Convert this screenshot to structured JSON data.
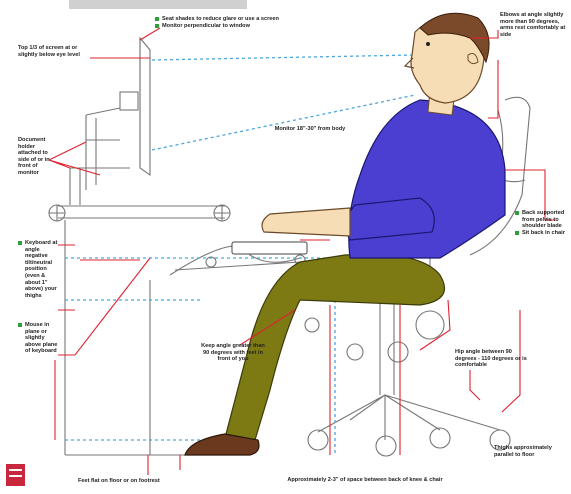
{
  "labels": {
    "screen_tips": [
      "Seat shades to reduce glare or use a screen",
      "Monitor perpendicular to window"
    ],
    "screen_height": "Top 1/3 of screen at or slightly below eye level",
    "elbows": "Elbows at angle slightly more than 90 degrees, arms rest comfortably at side",
    "monitor_distance": "Monitor 18\"-30\" from body",
    "document_holder": "Document holder attached to side of or in front of monitor",
    "back_support": [
      "Back supported from pelvis to shoulder blade",
      "Sit back in chair"
    ],
    "keyboard": "Keyboard at angle negative tilt/neutral position (even & about 1\" above) your thighs",
    "mouse": "Mouse in plane or slightly above plane of keyboard",
    "knee_angle": "Keep angle greater than 90 degrees with feet in front of you",
    "hip_angle": "Hip angle between 90 degrees - 110 degrees or is comfortable",
    "thighs": "Thighs approximately parallel to floor",
    "knee_space": "Approximately 2-3\" of space between back of knee & chair",
    "feet": "Feet flat on floor or on footrest"
  },
  "colors": {
    "callout": "#e0202f",
    "guide": "#4aa6de",
    "shirt": "#4a3fd0",
    "pants": "#7d7a14",
    "skin": "#f6ddb5",
    "hair": "#7a4a2a",
    "bullet": "#2f9e3a",
    "logo": "#c8283c"
  }
}
